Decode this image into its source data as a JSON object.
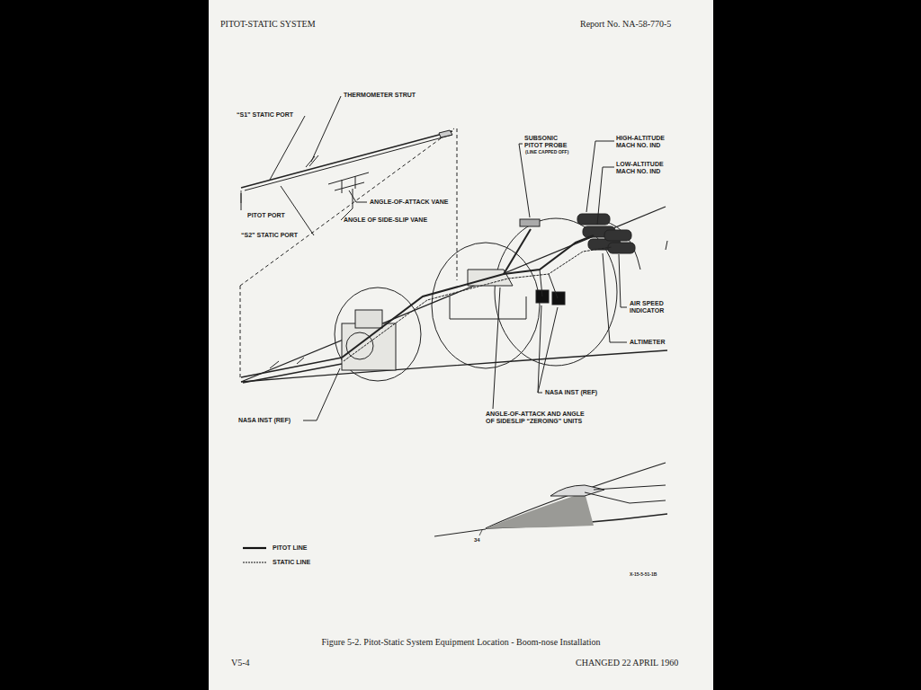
{
  "diagram": {
    "caption": "Figure 5-2.  Pitot-Static System Equipment Location - Boom-nose Installation",
    "labels": [
      "PITOT-STATIC SYSTEM",
      "Report No. NA-58-770-5",
      "THERMOMETER STRUT",
      "“S1” STATIC PORT",
      "PITOT PORT",
      "“S2” STATIC PORT",
      "ANGLE-OF-ATTACK VANE",
      "ANGLE OF SIDE-SLIP VANE",
      "SUBSONIC PITOT PROBE",
      "(LINE CAPPED OFF)",
      "HIGH-ALTITUDE MACH NO. IND",
      "LOW-ALTITUDE MACH NO. IND",
      "AIR SPEED INDICATOR",
      "ALTIMETER",
      "NASA INST (REF)",
      "NASA INST (REF)",
      "ANGLE-OF-ATTACK AND ANGLE OF SIDESLIP “ZEROING” UNITS",
      "34",
      "X-15-5-51-1B",
      "V5-4",
      "CHANGED 22 APRIL 1960"
    ],
    "legend": [
      {
        "text": "PITOT LINE"
      },
      {
        "text": "STATIC LINE"
      }
    ]
  }
}
